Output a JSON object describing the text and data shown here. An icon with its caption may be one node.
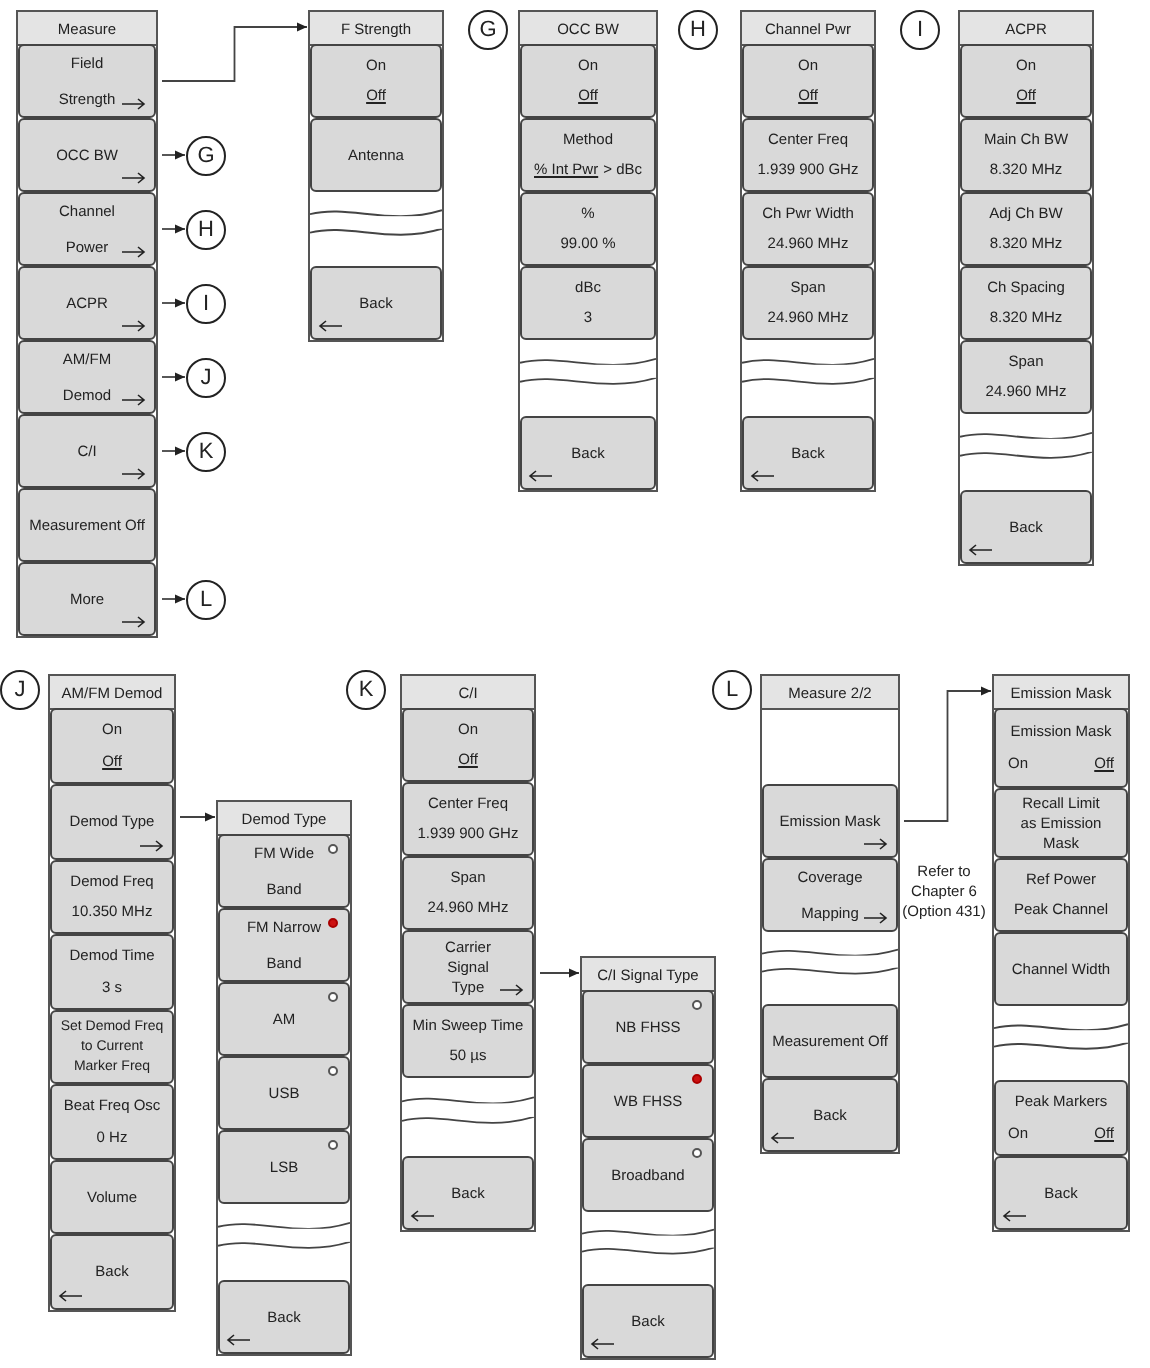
{
  "diagram": {
    "nodes": [
      {
        "text": [
          "Measure"
        ]
      },
      {
        "text": [
          "Field Strength"
        ],
        "in": 0
      },
      {
        "text": [
          "OCC BW"
        ],
        "in": 0
      },
      {
        "text": [
          "Channel Power"
        ],
        "in": 0
      },
      {
        "text": [
          "ACPR"
        ],
        "in": 0
      },
      {
        "text": [
          "AM/FM Demod"
        ],
        "in": 0
      },
      {
        "text": [
          "C/I"
        ],
        "in": 0
      },
      {
        "text": [
          "Measurement Off"
        ],
        "in": 0
      },
      {
        "text": [
          "More"
        ],
        "in": 0
      },
      {
        "text": [
          "G"
        ]
      },
      {
        "text": [
          "H"
        ]
      },
      {
        "text": [
          "I"
        ]
      },
      {
        "text": [
          "J"
        ]
      },
      {
        "text": [
          "K"
        ]
      },
      {
        "text": [
          "L"
        ]
      },
      {
        "text": [
          "F Strength"
        ]
      },
      {
        "text": [
          "On",
          "Off"
        ],
        "in": 15
      },
      {
        "text": [
          "Antenna"
        ],
        "in": 15
      },
      {
        "text": [
          "Back"
        ],
        "in": 15
      },
      {
        "text": [
          "OCC BW"
        ]
      },
      {
        "text": [
          "On",
          "Off"
        ],
        "in": 19
      },
      {
        "text": [
          "Method",
          "% Int Pwr",
          "> dBc"
        ],
        "in": 19
      },
      {
        "text": [
          "%",
          "99.00 %"
        ],
        "in": 19
      },
      {
        "text": [
          "dBc",
          "3"
        ],
        "in": 19
      },
      {
        "text": [
          "Back"
        ],
        "in": 19
      },
      {
        "text": [
          "Channel Pwr"
        ]
      },
      {
        "text": [
          "On",
          "Off"
        ],
        "in": 25
      },
      {
        "text": [
          "Center Freq",
          "1.939 900 GHz"
        ],
        "in": 25
      },
      {
        "text": [
          "Ch Pwr Width",
          "24.960 MHz"
        ],
        "in": 25
      },
      {
        "text": [
          "Span",
          "24.960 MHz"
        ],
        "in": 25
      },
      {
        "text": [
          "Back"
        ],
        "in": 25
      },
      {
        "text": [
          "ACPR"
        ]
      },
      {
        "text": [
          "On",
          "Off"
        ],
        "in": 31
      },
      {
        "text": [
          "Main Ch BW",
          "8.320 MHz"
        ],
        "in": 31
      },
      {
        "text": [
          "Adj Ch BW",
          "8.320 MHz"
        ],
        "in": 31
      },
      {
        "text": [
          "Ch Spacing",
          "8.320 MHz"
        ],
        "in": 31
      },
      {
        "text": [
          "Span",
          "24.960 MHz"
        ],
        "in": 31
      },
      {
        "text": [
          "Back"
        ],
        "in": 31
      },
      {
        "text": [
          "AM/FM Demod"
        ]
      },
      {
        "text": [
          "On",
          "Off"
        ],
        "in": 38
      },
      {
        "text": [
          "Demod Type"
        ],
        "in": 38
      },
      {
        "text": [
          "Demod Freq",
          "10.350 MHz"
        ],
        "in": 38
      },
      {
        "text": [
          "Demod Time",
          "3 s"
        ],
        "in": 38
      },
      {
        "text": [
          "Set Demod Freq to Current Marker Freq"
        ],
        "in": 38
      },
      {
        "text": [
          "Beat Freq Osc",
          "0 Hz"
        ],
        "in": 38
      },
      {
        "text": [
          "Volume"
        ],
        "in": 38
      },
      {
        "text": [
          "Back"
        ],
        "in": 38
      },
      {
        "text": [
          "Demod Type"
        ]
      },
      {
        "text": [
          "FM Wide Band"
        ],
        "in": 47
      },
      {
        "text": [
          "FM Narrow Band"
        ],
        "in": 47
      },
      {
        "text": [
          "AM"
        ],
        "in": 47
      },
      {
        "text": [
          "USB"
        ],
        "in": 47
      },
      {
        "text": [
          "LSB"
        ],
        "in": 47
      },
      {
        "text": [
          "Back"
        ],
        "in": 47
      },
      {
        "text": [
          "C/I"
        ]
      },
      {
        "text": [
          "On",
          "Off"
        ],
        "in": 54
      },
      {
        "text": [
          "Center Freq",
          "1.939 900 GHz"
        ],
        "in": 54
      },
      {
        "text": [
          "Span",
          "24.960 MHz"
        ],
        "in": 54
      },
      {
        "text": [
          "Carrier Signal Type"
        ],
        "in": 54
      },
      {
        "text": [
          "Min Sweep Time",
          "50 µs"
        ],
        "in": 54
      },
      {
        "text": [
          "Back"
        ],
        "in": 54
      },
      {
        "text": [
          "C/I Signal Type"
        ]
      },
      {
        "text": [
          "NB FHSS"
        ],
        "in": 61
      },
      {
        "text": [
          "WB FHSS"
        ],
        "in": 61
      },
      {
        "text": [
          "Broadband"
        ],
        "in": 61
      },
      {
        "text": [
          "Back"
        ],
        "in": 61
      },
      {
        "text": [
          "Measure 2/2"
        ]
      },
      {
        "text": [
          "Emission Mask"
        ],
        "in": 66
      },
      {
        "text": [
          "Coverage Mapping"
        ],
        "in": 66,
        "beside": [
          "Refer to Chapter 6 (Option 431)"
        ]
      },
      {
        "text": [
          "Measurement Off"
        ],
        "in": 66
      },
      {
        "text": [
          "Back"
        ],
        "in": 66
      },
      {
        "text": [
          "Emission Mask"
        ]
      },
      {
        "text": [
          "Emission Mask",
          "On",
          "Off"
        ],
        "in": 71
      },
      {
        "text": [
          "Recall Limit as Emission Mask"
        ],
        "in": 71
      },
      {
        "text": [
          "Ref Power",
          "Peak Channel"
        ],
        "in": 71
      },
      {
        "text": [
          "Channel Width"
        ],
        "in": 71
      },
      {
        "text": [
          "Peak Markers",
          "On",
          "Off"
        ],
        "in": 71
      },
      {
        "text": [
          "Back"
        ],
        "in": 71
      },
      {
        "text": [
          "G"
        ]
      },
      {
        "text": [
          "H"
        ]
      },
      {
        "text": [
          "I"
        ]
      },
      {
        "text": [
          "J"
        ]
      },
      {
        "text": [
          "K"
        ]
      },
      {
        "text": [
          "L"
        ]
      }
    ],
    "edges": [
      {
        "from": 1,
        "to": 15,
        "arrow": "to"
      },
      {
        "from": 2,
        "to": 9,
        "arrow": "to"
      },
      {
        "from": 3,
        "to": 10,
        "arrow": "to"
      },
      {
        "from": 4,
        "to": 11,
        "arrow": "to"
      },
      {
        "from": 5,
        "to": 12,
        "arrow": "to"
      },
      {
        "from": 6,
        "to": 13,
        "arrow": "to"
      },
      {
        "from": 8,
        "to": 14,
        "arrow": "to"
      },
      {
        "from": 40,
        "to": 47,
        "arrow": "to"
      },
      {
        "from": 58,
        "to": 61,
        "arrow": "to"
      },
      {
        "from": 67,
        "to": 71,
        "arrow": "to"
      }
    ]
  }
}
